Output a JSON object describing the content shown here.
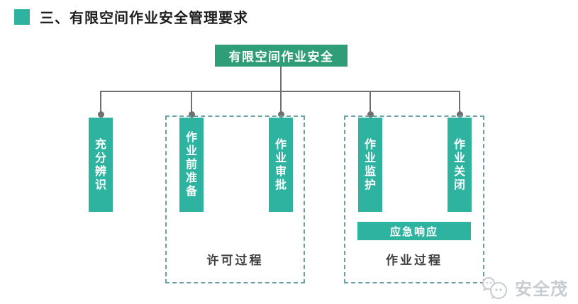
{
  "header": {
    "title": "三、有限空间作业安全管理要求"
  },
  "colors": {
    "accent_teal": "#2db3a0",
    "root_green": "#2f9e78",
    "connector_gray": "#707070",
    "dashed_border": "#68a1a6",
    "group_label_dark": "#3f3f3f",
    "watermark_gray": "#c7ccd0"
  },
  "diagram": {
    "root": {
      "label": "有限空间作业安全"
    },
    "nodes": [
      {
        "label": "充分辨识"
      },
      {
        "label": "作业前准备"
      },
      {
        "label": "作业审批"
      },
      {
        "label": "作业监护"
      },
      {
        "label": "作业关闭"
      }
    ],
    "groups": [
      {
        "label": "许可过程"
      },
      {
        "label": "作业过程",
        "badge": "应急响应"
      }
    ]
  },
  "watermark": {
    "icon": "chat-bubbles-icon",
    "text": "安全茂"
  }
}
